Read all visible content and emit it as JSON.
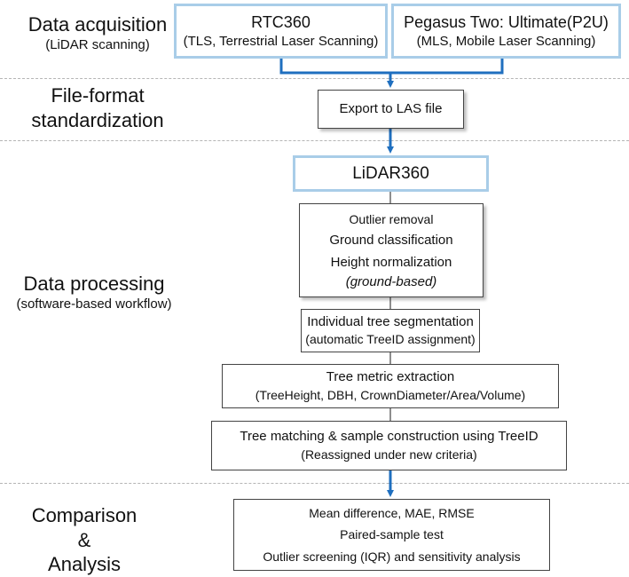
{
  "stages": {
    "acquisition": {
      "title": "Data acquisition",
      "subtitle": "(LiDAR scanning)"
    },
    "format": {
      "title_line1": "File-format",
      "title_line2": "standardization"
    },
    "processing": {
      "title": "Data processing",
      "subtitle": "(software-based workflow)"
    },
    "comparison": {
      "line1": "Comparison",
      "line2": "&",
      "line3": "Analysis"
    }
  },
  "boxes": {
    "rtc360": {
      "title": "RTC360",
      "subtitle": "(TLS, Terrestrial Laser Scanning)"
    },
    "p2u": {
      "title": "Pegasus Two: Ultimate(P2U)",
      "subtitle": "(MLS, Mobile Laser Scanning)"
    },
    "export": {
      "label": "Export to LAS file"
    },
    "lidar360": {
      "label": "LiDAR360"
    },
    "preprocess": {
      "item1": "Outlier removal",
      "item2": "Ground classification",
      "item3": "Height normalization",
      "item4": "(ground-based)"
    },
    "segmentation": {
      "title": "Individual tree segmentation",
      "subtitle": "(automatic TreeID assignment)"
    },
    "metrics": {
      "title": "Tree metric extraction",
      "subtitle": "(TreeHeight, DBH, CrownDiameter/Area/Volume)"
    },
    "matching": {
      "title": "Tree matching & sample construction using TreeID",
      "subtitle": "(Reassigned under new criteria)"
    },
    "analysis": {
      "item1": "Mean difference, MAE, RMSE",
      "item2": "Paired-sample test",
      "item3": "Outlier screening (IQR) and sensitivity analysis"
    }
  },
  "colors": {
    "arrow": "#1f6fbf",
    "blue_border": "#a9cde8",
    "dash": "#b5b5b5"
  }
}
